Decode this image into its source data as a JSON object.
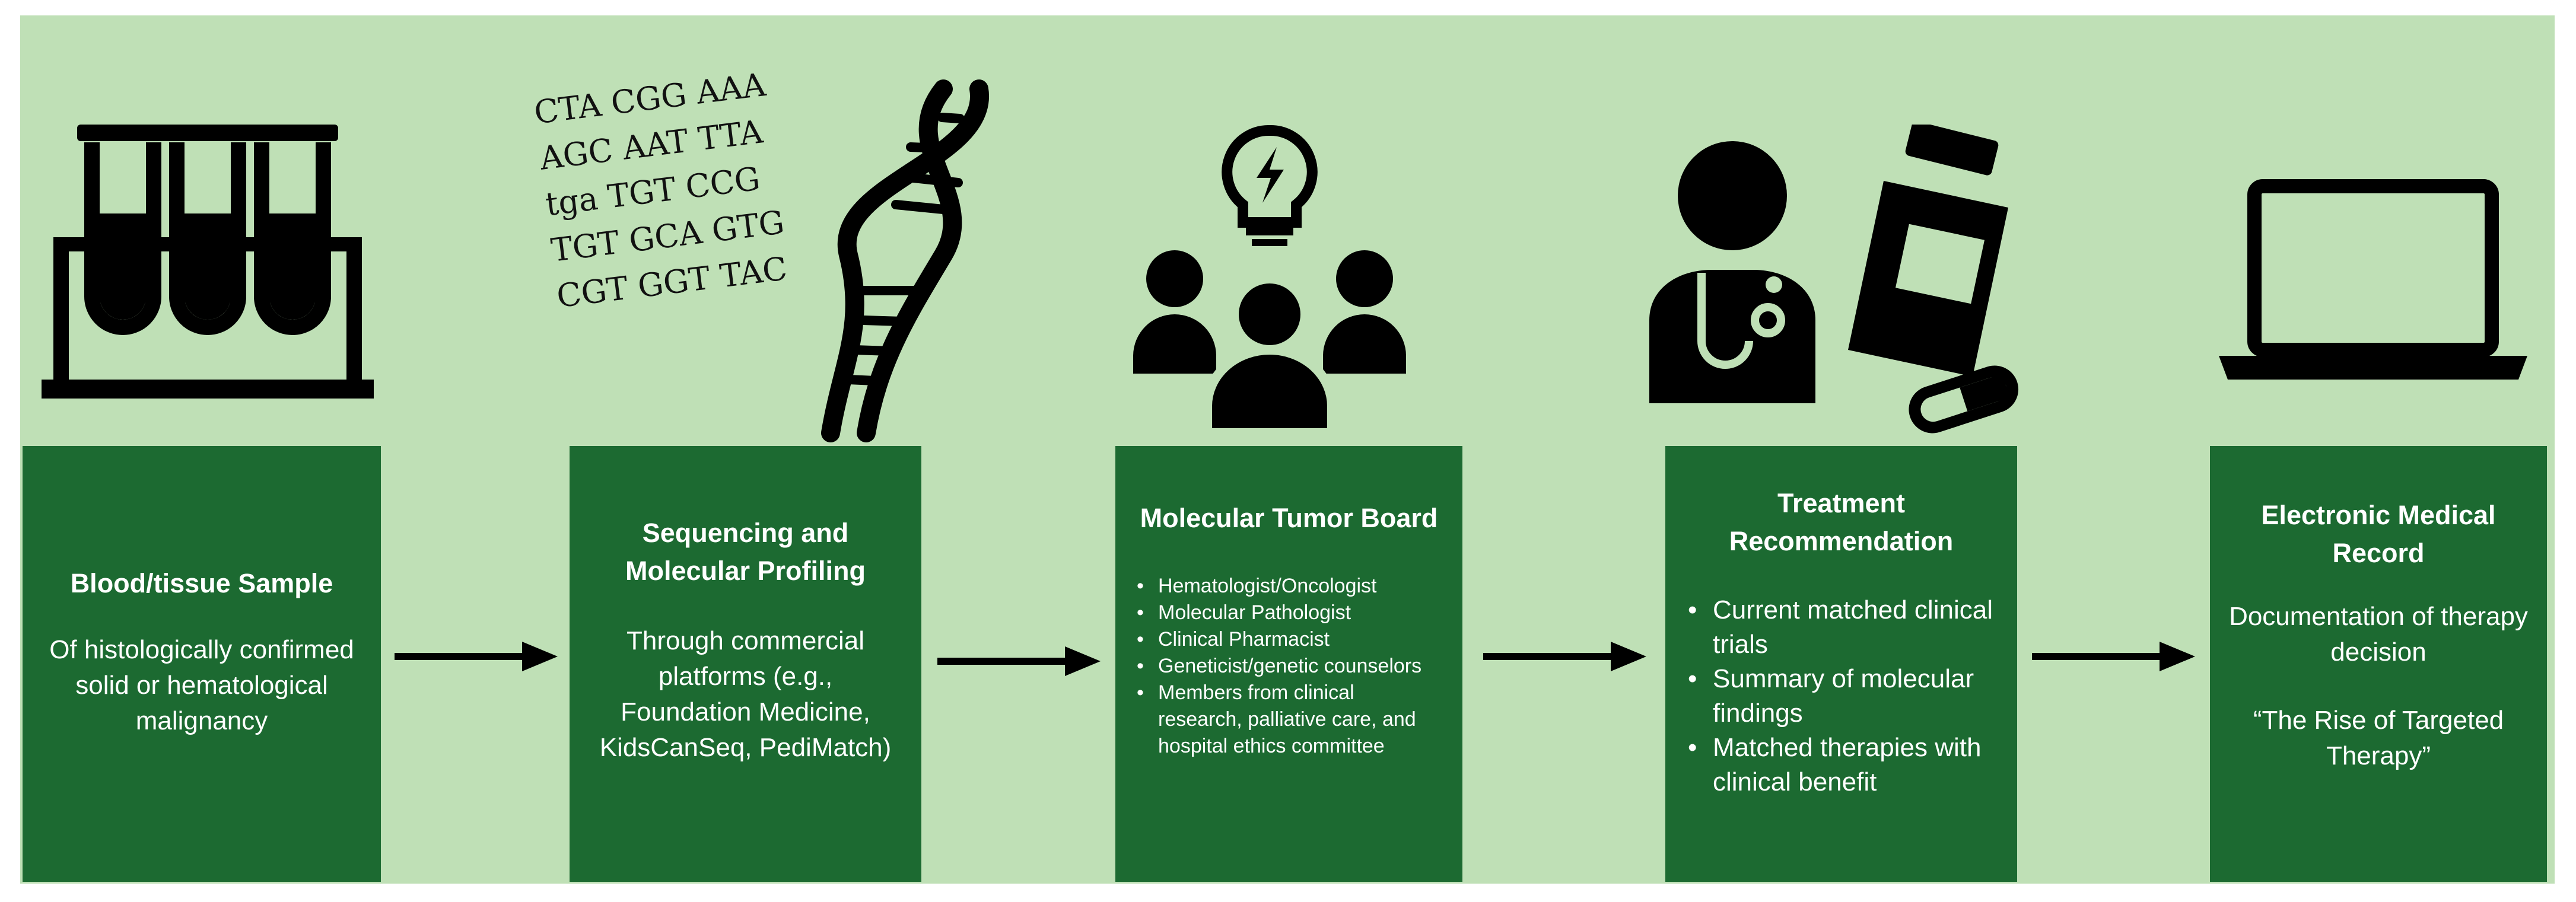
{
  "sequence_lines": [
    "CTA CGG AAA",
    "AGC AAT TTA",
    "tga TGT CCG",
    "TGT GCA GTG",
    "CGT GGT TAC"
  ],
  "steps": [
    {
      "icon": "test-tubes-icon",
      "title": "Blood/tissue Sample",
      "body": "Of histologically confirmed solid or hematological malignancy"
    },
    {
      "icon": "dna-icon",
      "title": "Sequencing and Molecular Profiling",
      "body": "Through commercial platforms (e.g., Foundation Medicine, KidsCanSeq, PediMatch)"
    },
    {
      "icon": "team-idea-icon",
      "title": "Molecular Tumor Board",
      "bullets": [
        "Hematologist/Oncologist",
        "Molecular Pathologist",
        "Clinical Pharmacist",
        "Geneticist/genetic counselors",
        "Members from clinical research, palliative care, and hospital ethics committee"
      ]
    },
    {
      "icon": "doctor-medication-icon",
      "title": "Treatment Recommendation",
      "bullets": [
        "Current matched clinical trials",
        "Summary of molecular findings",
        "Matched therapies with clinical benefit"
      ]
    },
    {
      "icon": "laptop-icon",
      "title": "Electronic Medical Record",
      "body": "Documentation of therapy decision",
      "quote": "“The Rise of Targeted Therapy”"
    }
  ],
  "colors": {
    "background": "#bfe0b6",
    "box": "#1c6a31",
    "icon": "#000000",
    "text": "#ffffff"
  }
}
